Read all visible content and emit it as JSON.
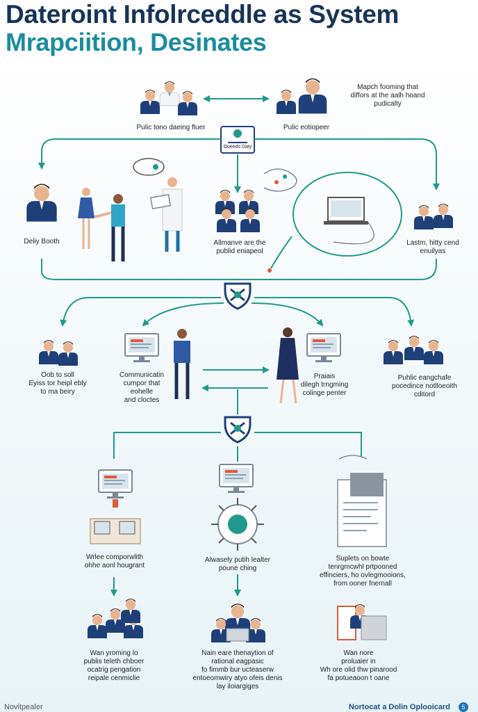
{
  "title": {
    "line1": "Dateroint Infolrceddle as System",
    "line2": "Mrapciition, Desinates"
  },
  "labels": {
    "top_left": "Pulic tono daeing fluer",
    "top_mid": "Pulic eotiopeer",
    "top_right": "Mapch fooming that\ndiffors at the aalh hoand\npudicalty",
    "hub_top": "Ooeeds Daty",
    "row2_left": "Deliy Booth",
    "row2_mid": "Allmanve are the\npublid eniapeol",
    "row2_right": "Lastm, hitty cend\nenuilyas",
    "row3_a": "Oob to soll\nEyiss tor heipl ebly\nto ma beiry",
    "row3_b": "Communicatin\ncumpor that\neohelle\nand cloctes",
    "row3_c": "Praiais\ndilegh trngming\ncolinge penter",
    "row3_d": "Puhlic eangchafe\npocedince notlloeoith\ncditord",
    "row4_a": "Wrlee comporwlith\nohhe aonl hougrant",
    "row4_b": "Alwasely putih lealter\npoune ching",
    "row4_c": "Suplets on bowte\ntenrgmcwhl prtpooned\neffinciers, ho ovlegmooions,\nfrom ooner fnernall",
    "row5_a": "Wan yroming lo\npublis teleth chboer\nocatrig pengation\nreipale cenmiclie",
    "row5_b": "Nain eare thenaytion of\nrational eagpasic\nfo fimmb bur ucteaserw\nentoeomwiry atyo ofeis denis\nlay iloiargiges",
    "row5_c": "Wan nore\nproluaier in\nWh ore olid thw pinarood\nfa potueaoon t oane"
  },
  "footer": {
    "left": "Novitpealer",
    "right": "Nortocat a Dolin Oplooicard",
    "badge": "5"
  },
  "colors": {
    "arrow": "#1f9a8a",
    "navy": "#1f3f78",
    "teal_title": "#1a8ca0"
  }
}
